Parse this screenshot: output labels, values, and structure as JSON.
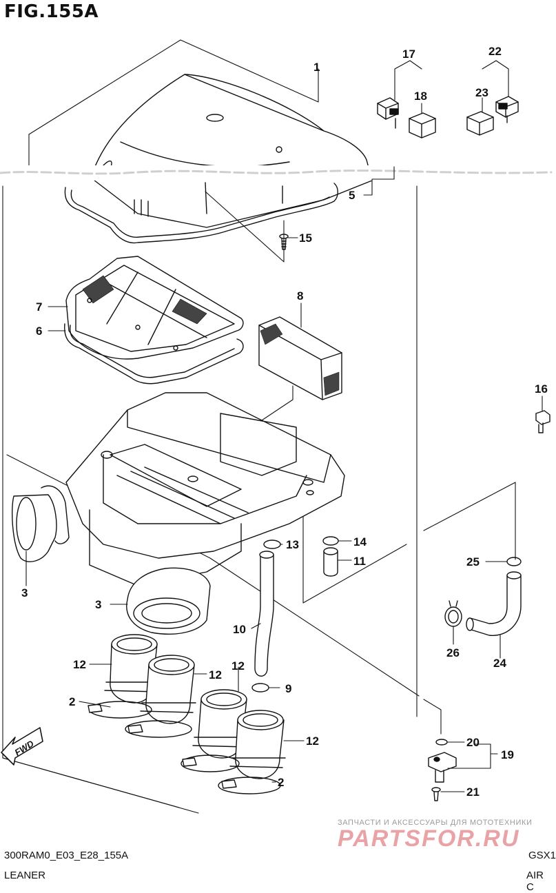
{
  "figure": {
    "title": "FIG.155A"
  },
  "callouts": [
    {
      "id": "c1",
      "text": "1"
    },
    {
      "id": "c5",
      "text": "5"
    },
    {
      "id": "c15",
      "text": "15"
    },
    {
      "id": "c17",
      "text": "17"
    },
    {
      "id": "c18",
      "text": "18"
    },
    {
      "id": "c22",
      "text": "22"
    },
    {
      "id": "c23",
      "text": "23"
    },
    {
      "id": "c7",
      "text": "7"
    },
    {
      "id": "c6",
      "text": "6"
    },
    {
      "id": "c8",
      "text": "8"
    },
    {
      "id": "c16",
      "text": "16"
    },
    {
      "id": "c13",
      "text": "13"
    },
    {
      "id": "c14",
      "text": "14"
    },
    {
      "id": "c11",
      "text": "11"
    },
    {
      "id": "c25",
      "text": "25"
    },
    {
      "id": "c3a",
      "text": "3"
    },
    {
      "id": "c3b",
      "text": "3"
    },
    {
      "id": "c10",
      "text": "10"
    },
    {
      "id": "c26",
      "text": "26"
    },
    {
      "id": "c24",
      "text": "24"
    },
    {
      "id": "c12a",
      "text": "12"
    },
    {
      "id": "c12b",
      "text": "12"
    },
    {
      "id": "c12c",
      "text": "12"
    },
    {
      "id": "c12d",
      "text": "12"
    },
    {
      "id": "c9",
      "text": "9"
    },
    {
      "id": "c2a",
      "text": "2"
    },
    {
      "id": "c2b",
      "text": "2"
    },
    {
      "id": "c20",
      "text": "20"
    },
    {
      "id": "c19",
      "text": "19"
    },
    {
      "id": "c21",
      "text": "21"
    }
  ],
  "fwd_label": "FWD",
  "footer": {
    "code": "300RAM0_E03_E28_155A",
    "model": "GSX1",
    "section_left": "LEANER",
    "section_right": "AIR C"
  },
  "watermark": {
    "tagline": "ЗАПЧАСТИ И АКСЕССУАРЫ ДЛЯ МОТОТЕХНИКИ",
    "logo": "PARTSFOR.RU"
  }
}
